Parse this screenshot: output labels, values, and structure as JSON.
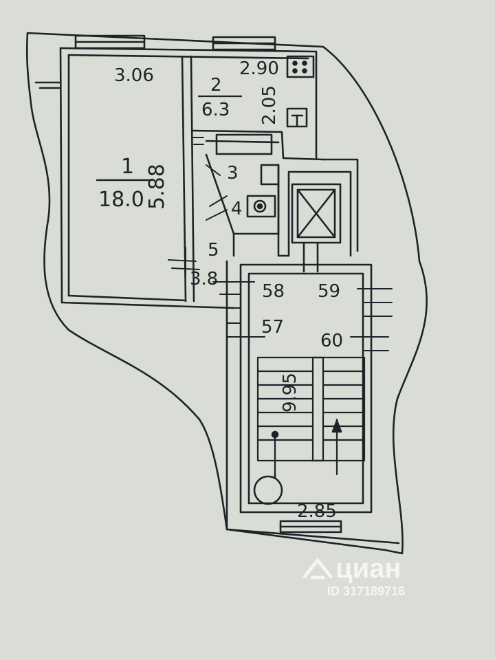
{
  "plan": {
    "dimensions": {
      "room1_width": "3.06",
      "room2_width": "2.90",
      "room2_depth": "2.05",
      "room1_length": "5.88",
      "hall_width": "3.8",
      "stair_width": "2.85",
      "stair_flight": "9.95"
    },
    "rooms": {
      "room1_number": "1",
      "room1_area": "18.0",
      "room2_number": "2",
      "room2_area": "6.3",
      "room3_number": "3",
      "room4_number": "4",
      "room5_number": "5"
    },
    "apartments": {
      "apt_57": "57",
      "apt_58": "58",
      "apt_59": "59",
      "apt_60": "60"
    }
  },
  "watermark": {
    "brand": "циан",
    "listing_id": "ID 317189716"
  },
  "colors": {
    "paper": "#d9ddd6",
    "ink": "#1f2226",
    "watermark": "#ffffff"
  },
  "icons": {
    "elevator": "elevator-shaft-icon",
    "stove": "stove-icon",
    "sink": "sink-icon",
    "toilet": "toilet-icon",
    "brand_logo": "cian-house-icon"
  }
}
